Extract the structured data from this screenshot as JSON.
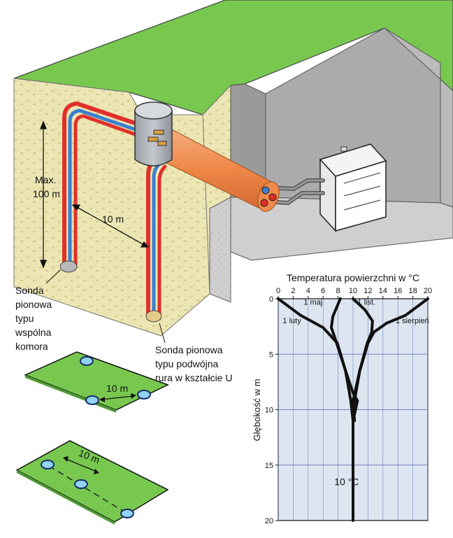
{
  "labels": {
    "max_depth_line1": "Max.",
    "max_depth_line2": "100 m",
    "spacing_top": "10 m",
    "probe_common_1": "Sonda",
    "probe_common_2": "pionowa",
    "probe_common_3": "typu",
    "probe_common_4": "wspólna",
    "probe_common_5": "komora",
    "probe_u_1": "Sonda pionowa",
    "probe_u_2": "typu podwójna",
    "probe_u_3": "rura w kształcie U",
    "spacing_triangle": "10 m",
    "spacing_line": "10 m"
  },
  "colors": {
    "grass": "#78c850",
    "soil": "#ece6b4",
    "concrete": "#cfcfcf",
    "wall": "#9a9a9a",
    "pipe_hot": "#e0302c",
    "pipe_cold": "#3a7fd0",
    "insulation": "#f08a4a",
    "chart_bg": "#dde6f0",
    "chart_grid": "#7080c0",
    "curve": "#111111"
  },
  "chart_data": {
    "type": "line",
    "title": "Temperatura powierzchni w °C",
    "xlabel": "Temperatura powierzchni w °C",
    "ylabel": "Głębokość w m",
    "xlim": [
      0,
      20
    ],
    "ylim": [
      0,
      20
    ],
    "y_inverted": true,
    "x_ticks": [
      0,
      2,
      4,
      6,
      8,
      10,
      12,
      14,
      16,
      18,
      20
    ],
    "y_ticks": [
      0,
      5,
      10,
      15,
      20
    ],
    "grid": true,
    "series": [
      {
        "name": "1 luty",
        "points": [
          [
            0,
            0
          ],
          [
            3,
            1.5
          ],
          [
            6,
            2.6
          ],
          [
            7.9,
            4
          ],
          [
            9,
            6.5
          ],
          [
            9.7,
            9.2
          ],
          [
            10,
            11
          ],
          [
            10,
            20
          ]
        ]
      },
      {
        "name": "1 maj",
        "points": [
          [
            8.3,
            0
          ],
          [
            7.3,
            1.6
          ],
          [
            7.1,
            2.6
          ],
          [
            7.8,
            4
          ],
          [
            9,
            6.5
          ],
          [
            10,
            8.5
          ],
          [
            10.6,
            9.2
          ],
          [
            10,
            11
          ]
        ]
      },
      {
        "name": "1 list.",
        "points": [
          [
            10,
            0
          ],
          [
            11.6,
            1
          ],
          [
            12.6,
            2
          ],
          [
            12.5,
            3
          ],
          [
            11.9,
            4
          ],
          [
            10.9,
            6.5
          ],
          [
            10,
            9.2
          ],
          [
            10.2,
            11
          ]
        ]
      },
      {
        "name": "1 sierpień",
        "points": [
          [
            20,
            0
          ],
          [
            17,
            1.5
          ],
          [
            14.5,
            2.2
          ],
          [
            12.8,
            3
          ],
          [
            12,
            4
          ],
          [
            10.9,
            6.5
          ],
          [
            10.2,
            9.2
          ],
          [
            10,
            11
          ]
        ]
      }
    ],
    "annotations": [
      "1 luty",
      "1 maj",
      "1 list.",
      "1 sierpień",
      "10 °C"
    ]
  }
}
